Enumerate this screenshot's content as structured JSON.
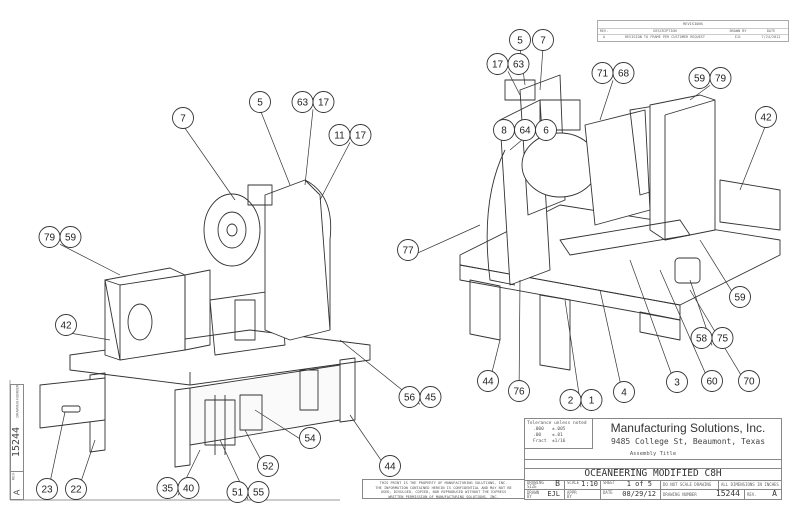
{
  "revisions": {
    "title": "REVISIONS",
    "headers": [
      "REV.",
      "DESCRIPTION",
      "DRAWN BY",
      "DATE"
    ],
    "rows": [
      [
        "A",
        "REVISION TO FRAME PER CUSTOMER REQUEST",
        "EJL",
        "7/24/2012"
      ]
    ]
  },
  "title_block": {
    "tolerance": [
      "Tolerance unless noted",
      ".000   ±.005",
      ".00    ±.01",
      "Fract  ±1/16"
    ],
    "company": "Manufacturing Solutions, Inc.",
    "address": "9485 College St, Beaumont, Texas",
    "assembly_title_label": "Assembly Title",
    "drawing_title": "OCEANEERING MODIFIED C8H",
    "drawing_size_label": "DRAWING SIZE",
    "drawing_size": "B",
    "scale_label": "SCALE",
    "scale": "1:10",
    "sheet_label": "SHEET",
    "sheet": "1 of 5",
    "note1": "DO NOT SCALE DRAWING",
    "note2": "ALL DIMENSIONS IN INCHES",
    "drawn_by_label": "DRAWN BY",
    "drawn_by": "EJL",
    "appr_by_label": "APPR BY",
    "appr_by": "",
    "date_label": "DATE",
    "date": "08/29/12",
    "drawing_number_label": "DRAWING NUMBER",
    "drawing_number": "15244",
    "rev_label": "REV.",
    "rev": "A"
  },
  "proprietary_notice": [
    "THIS PRINT IS THE PROPERTY OF MANUFACTURING SOLUTIONS, INC.",
    "THE INFORMATION CONTAINED HEREIN IS CONFIDENTIAL AND MAY NOT BE",
    "USED, DIVULGED, COPIED, NOR REPRODUCED WITHOUT THE EXPRESS",
    "WRITTEN PERMISSION OF MANUFACTURING SOLUTIONS, INC."
  ],
  "side_strip": {
    "drawing_number_label": "DRAWING NUMBER",
    "drawing_number": "15244",
    "rev_label": "REV",
    "rev": "A"
  },
  "balloons": [
    [
      "7"
    ],
    [
      "5"
    ],
    [
      "63",
      "17"
    ],
    [
      "11",
      "17"
    ],
    [
      "79",
      "59"
    ],
    [
      "42"
    ],
    [
      "56",
      "45"
    ],
    [
      "44"
    ],
    [
      "23"
    ],
    [
      "22"
    ],
    [
      "35",
      "40"
    ],
    [
      "51",
      "55"
    ],
    [
      "52"
    ],
    [
      "54"
    ],
    [
      "5"
    ],
    [
      "7"
    ],
    [
      "17",
      "63"
    ],
    [
      "71",
      "68"
    ],
    [
      "59",
      "79"
    ],
    [
      "42"
    ],
    [
      "8",
      "64",
      "6"
    ],
    [
      "77"
    ],
    [
      "59"
    ],
    [
      "58",
      "75"
    ],
    [
      "44"
    ],
    [
      "76"
    ],
    [
      "2",
      "1"
    ],
    [
      "4"
    ],
    [
      "3"
    ],
    [
      "60"
    ],
    [
      "70"
    ]
  ]
}
